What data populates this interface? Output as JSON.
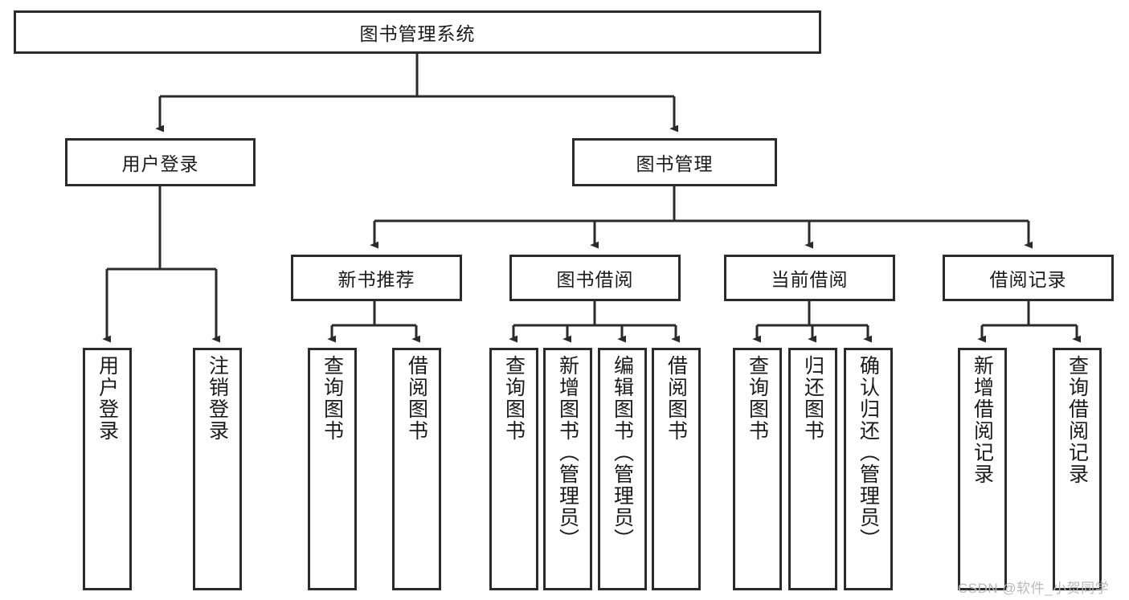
{
  "diagram": {
    "title": "图书管理系统",
    "type": "hierarchy-tree",
    "orientation": "top-down",
    "colors": {
      "box_border": "#2b2b2b",
      "box_fill": "#ffffff",
      "line": "#2b2b2b",
      "text": "#1a1a1a",
      "watermark": "#b9b9b9",
      "background": "#ffffff"
    },
    "levels": [
      {
        "level": 1,
        "nodes": [
          {
            "id": "root",
            "label": "图书管理系统",
            "orientation": "horizontal"
          }
        ]
      },
      {
        "level": 2,
        "nodes": [
          {
            "id": "login",
            "label": "用户登录",
            "orientation": "horizontal",
            "parent": "root"
          },
          {
            "id": "bookmgmt",
            "label": "图书管理",
            "orientation": "horizontal",
            "parent": "root"
          }
        ]
      },
      {
        "level": 3,
        "nodes": [
          {
            "id": "newbook",
            "label": "新书推荐",
            "orientation": "horizontal",
            "parent": "bookmgmt"
          },
          {
            "id": "borrow",
            "label": "图书借阅",
            "orientation": "horizontal",
            "parent": "bookmgmt"
          },
          {
            "id": "current",
            "label": "当前借阅",
            "orientation": "horizontal",
            "parent": "bookmgmt"
          },
          {
            "id": "records",
            "label": "借阅记录",
            "orientation": "horizontal",
            "parent": "bookmgmt"
          }
        ]
      },
      {
        "level": 4,
        "nodes": [
          {
            "id": "leaf1",
            "label": "用户登录",
            "orientation": "vertical",
            "parent": "login"
          },
          {
            "id": "leaf2",
            "label": "注销登录",
            "orientation": "vertical",
            "parent": "login"
          },
          {
            "id": "leaf3",
            "label": "查询图书",
            "orientation": "vertical",
            "parent": "newbook"
          },
          {
            "id": "leaf4",
            "label": "借阅图书",
            "orientation": "vertical",
            "parent": "newbook"
          },
          {
            "id": "leaf5",
            "label": "查询图书",
            "orientation": "vertical",
            "parent": "borrow"
          },
          {
            "id": "leaf6",
            "label": "新增图书（管理员）",
            "orientation": "vertical",
            "parent": "borrow"
          },
          {
            "id": "leaf7",
            "label": "编辑图书（管理员）",
            "orientation": "vertical",
            "parent": "borrow"
          },
          {
            "id": "leaf8",
            "label": "借阅图书",
            "orientation": "vertical",
            "parent": "borrow"
          },
          {
            "id": "leaf9",
            "label": "查询图书",
            "orientation": "vertical",
            "parent": "current"
          },
          {
            "id": "leaf10",
            "label": "归还图书",
            "orientation": "vertical",
            "parent": "current"
          },
          {
            "id": "leaf11",
            "label": "确认归还（管理员）",
            "orientation": "vertical",
            "parent": "current"
          },
          {
            "id": "leaf12",
            "label": "新增借阅记录",
            "orientation": "vertical",
            "parent": "records"
          },
          {
            "id": "leaf13",
            "label": "查询借阅记录",
            "orientation": "vertical",
            "parent": "records"
          }
        ]
      }
    ]
  },
  "watermark": {
    "text": "CSDN @软件_小贺同学"
  }
}
